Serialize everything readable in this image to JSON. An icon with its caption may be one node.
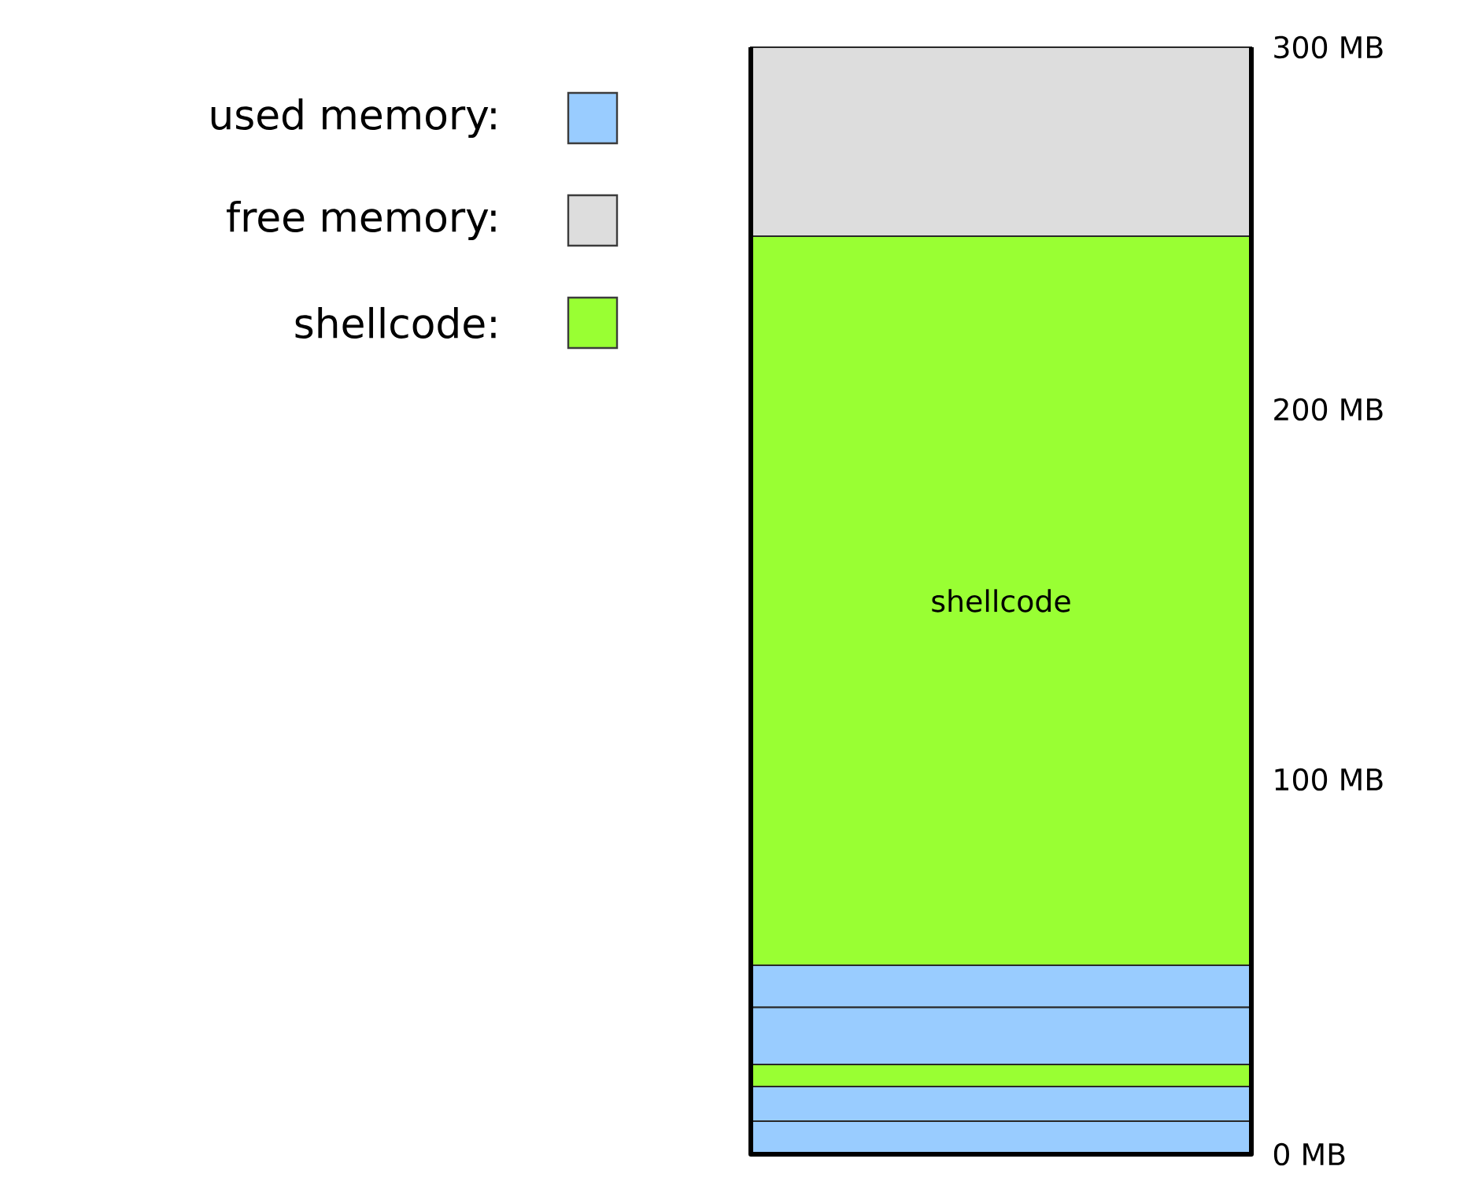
{
  "diagram": {
    "nodes": [
      {
        "text": [],
        "shape": "bar"
      },
      {
        "text": [
          "shellcode"
        ]
      },
      {
        "text": [],
        "shape": "bar"
      },
      {
        "text": [],
        "shape": "bar"
      },
      {
        "text": [],
        "shape": "bar"
      },
      {
        "text": [],
        "shape": "bar"
      },
      {
        "text": [],
        "shape": "bar"
      }
    ],
    "labels": [
      "300 MB",
      "200 MB",
      "100 MB",
      "0 MB"
    ],
    "legend": [
      {
        "text": "used memory:",
        "color": "#99ccff"
      },
      {
        "text": "free memory:",
        "color": "#dddddd"
      },
      {
        "text": "shellcode:",
        "color": "#99ff33"
      }
    ]
  }
}
